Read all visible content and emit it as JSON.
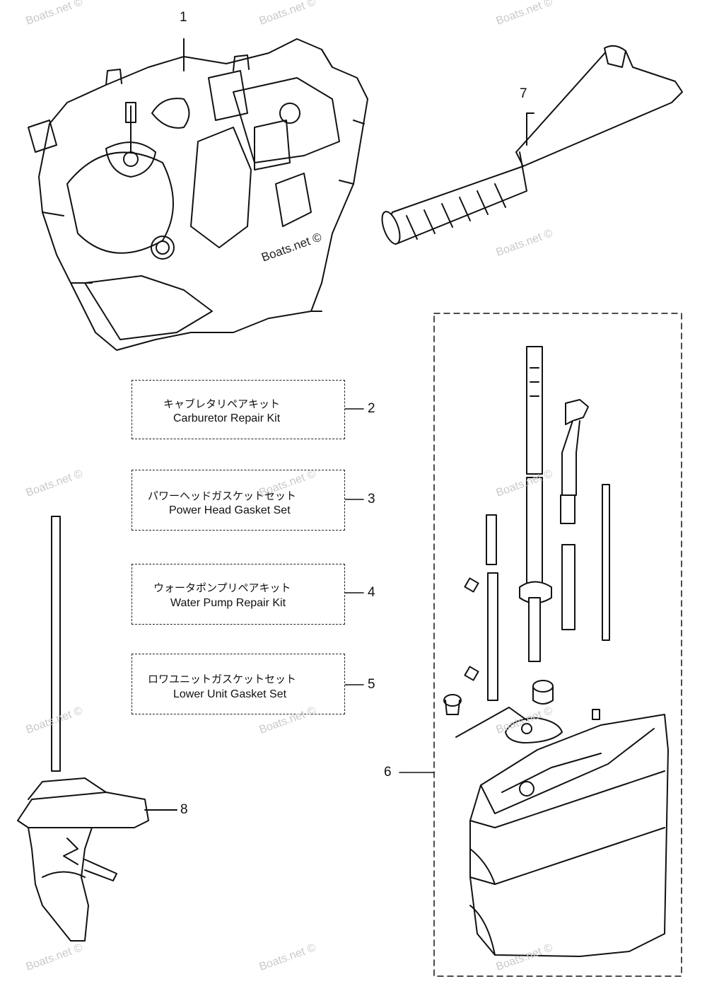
{
  "callouts": {
    "c1": "1",
    "c2": "2",
    "c3": "3",
    "c4": "4",
    "c5": "5",
    "c6": "6",
    "c7": "7",
    "c8": "8"
  },
  "kits": [
    {
      "jp": "キャブレタリペアキット",
      "en": "Carburetor Repair Kit"
    },
    {
      "jp": "パワーヘッドガスケットセット",
      "en": "Power Head Gasket Set"
    },
    {
      "jp": "ウォータポンプリペアキット",
      "en": "Water Pump Repair Kit"
    },
    {
      "jp": "ロワユニットガスケットセット",
      "en": "Lower Unit Gasket Set"
    }
  ],
  "watermark": "Boats.net ©"
}
